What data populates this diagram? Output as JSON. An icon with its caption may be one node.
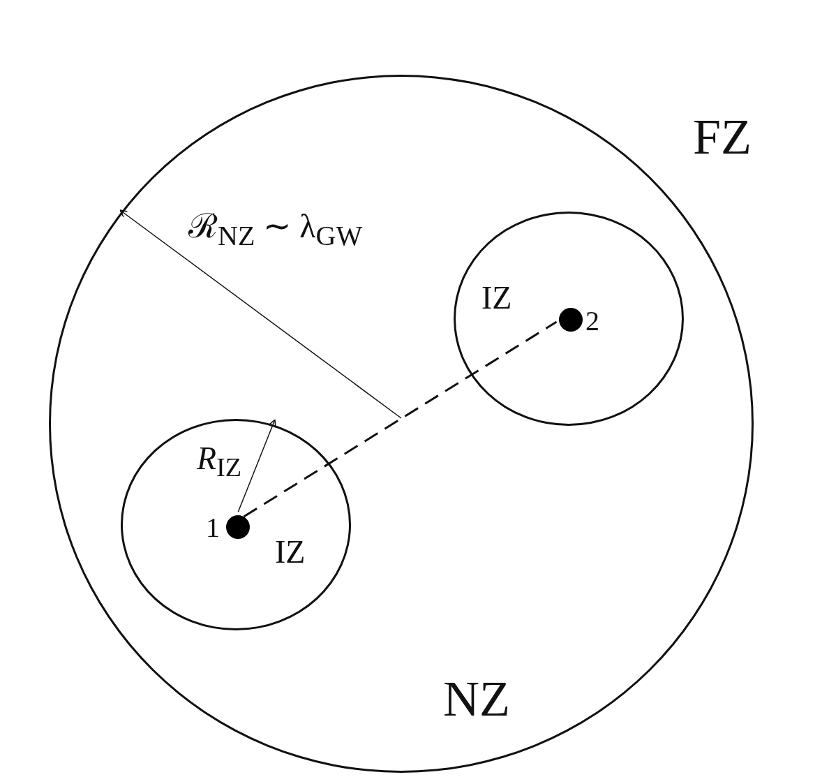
{
  "diagram": {
    "nodes": [
      {
        "text": [
          "NZ"
        ]
      },
      {
        "text": [
          "IZ"
        ],
        "in": 0
      },
      {
        "text": [],
        "shape": "circle",
        "beside": [
          "1"
        ],
        "in": 1
      },
      {
        "text": [
          "IZ"
        ],
        "in": 0
      },
      {
        "text": [],
        "shape": "circle",
        "beside": [
          "2"
        ],
        "in": 3
      }
    ],
    "edges": [
      {
        "from": 2,
        "to": 4,
        "arrow": "none",
        "style": "dashed"
      },
      {
        "from": 2,
        "to": 1,
        "arrow": "to"
      }
    ],
    "labels": [
      "FZ",
      "ℛ$_{NZ}$ ∼ λ$_{GW}$",
      "*R*$_{IZ}$"
    ]
  }
}
